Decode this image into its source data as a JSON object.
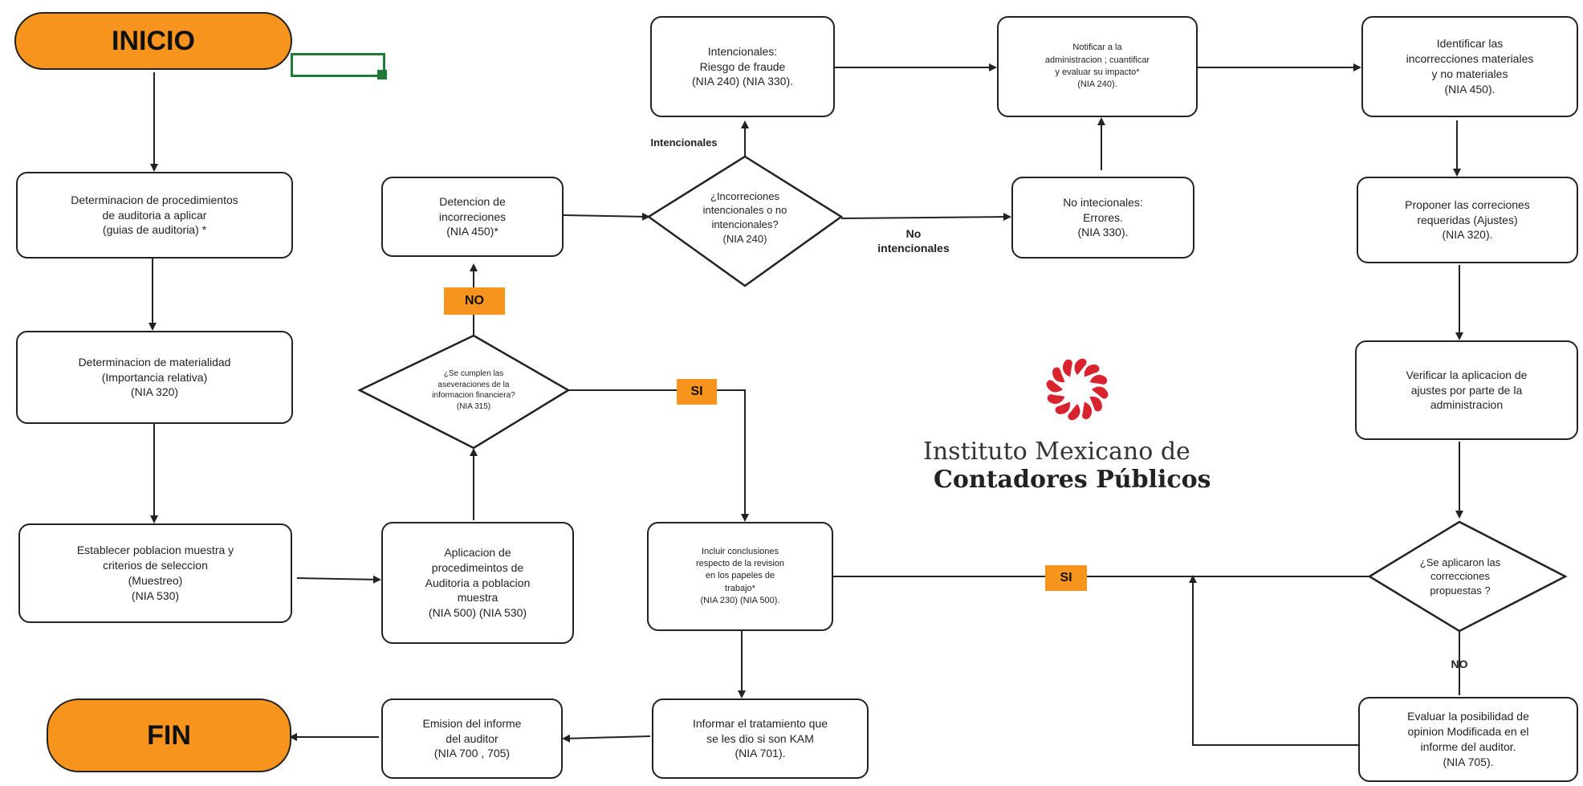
{
  "terminals": {
    "start": "INICIO",
    "end": "FIN"
  },
  "boxes": {
    "b1": "Determinacion de procedimientos\nde auditoria a aplicar\n(guias de auditoria) *",
    "b2": "Determinacion de materialidad\n(Importancia relativa)\n(NIA 320)",
    "b3": "Establecer poblacion muestra y\ncriterios de seleccion\n(Muestreo)\n(NIA 530)",
    "b4": "Aplicacion de\nprocedimeintos de\nAuditoria a poblacion\nmuestra\n(NIA 500) (NIA 530)",
    "b5": "Detencion de\nincorreciones\n(NIA 450)*",
    "b6": "Intencionales:\nRiesgo de fraude\n(NIA 240) (NIA 330).",
    "b7": "Notificar a la\nadministracion ; cuantificar\ny evaluar su impacto*\n(NIA 240).",
    "b8": "Identificar las\nincorrecciones materiales\ny no materiales\n(NIA 450).",
    "b9": "No intecionales:\nErrores.\n(NIA 330).",
    "b10": "Proponer las correciones\nrequeridas (Ajustes)\n(NIA 320).",
    "b11": "Verificar la aplicacion de\najustes por parte de la\nadministracion",
    "b12": "Incluir conclusiones\nrespecto de la revision\nen los papeles de\ntrabajo*\n(NIA 230) (NIA 500).",
    "b13": "Informar el tratamiento que\nse les dio si son KAM\n(NIA 701).",
    "b14": "Emision del informe\ndel auditor\n(NIA 700 , 705)",
    "b15": "Evaluar la posibilidad de\nopinion Modificada en el\ninforme del auditor.\n(NIA 705)."
  },
  "decisions": {
    "d1": "¿Se cumplen las\naseveraciones de la\ninformacion financiera?\n(NIA 315)",
    "d2": "¿Incorreciones\nintencionales o no\nintencionales?\n(NIA 240)",
    "d3": "¿Se aplicaron las\ncorrecciones\npropuestas ?"
  },
  "labels": {
    "no1": "NO",
    "si1": "SI",
    "si2": "SI",
    "no2": "NO",
    "intencionales": "Intencionales",
    "no_intencionales": "No\nintencionales"
  },
  "logo": {
    "line1": "Instituto Mexicano de",
    "line2": "Contadores Públicos",
    "color": "#d9232e"
  },
  "colors": {
    "terminal": "#f7941d",
    "tag": "#f7941d",
    "line": "#222222",
    "selection": "#1e7b3a"
  }
}
